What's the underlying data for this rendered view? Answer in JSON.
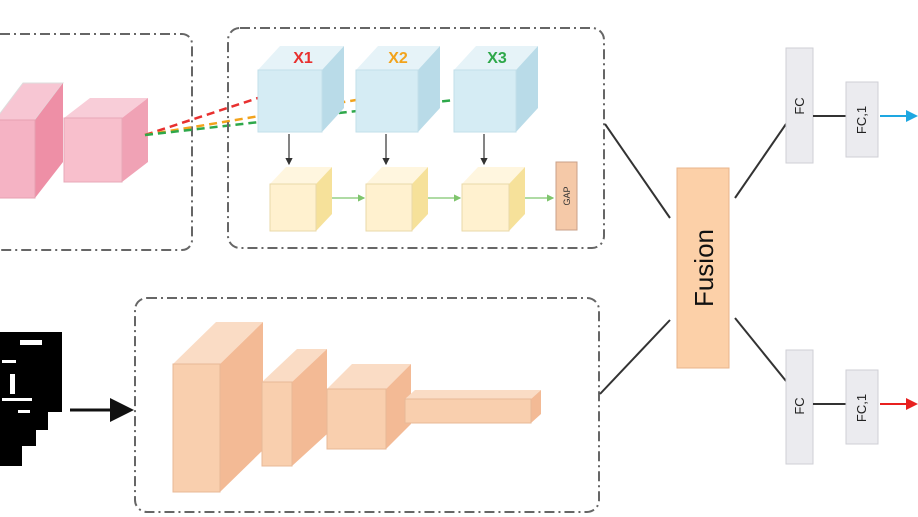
{
  "branch_top": {
    "scales": [
      {
        "label": "X1",
        "color": "#e8302f"
      },
      {
        "label": "X2",
        "color": "#f2a31c"
      },
      {
        "label": "X3",
        "color": "#2ea84a"
      }
    ],
    "gap_label": "GAP"
  },
  "fusion": {
    "label": "Fusion",
    "color": "#fcd0a8"
  },
  "heads": [
    {
      "fc_label": "FC",
      "fc1_label": "FC,1",
      "arrow_color": "#1ea7e1"
    },
    {
      "fc_label": "FC",
      "fc1_label": "FC,1",
      "arrow_color": "#e8201f"
    }
  ],
  "colors": {
    "pink": "#f5b3c4",
    "light_blue": "#d5ecf4",
    "light_yellow": "#fff1cf",
    "peach": "#f9cfae",
    "gap_box": "#f5c9a8",
    "fc_box": "#ebebef"
  }
}
